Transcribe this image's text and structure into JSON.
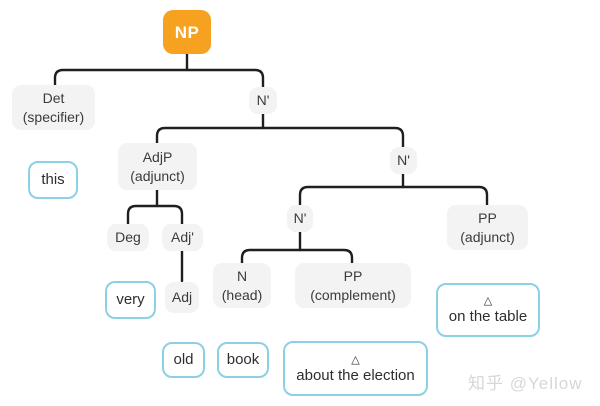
{
  "diagram_type": "syntax-tree",
  "tree": {
    "root": {
      "label": "NP"
    },
    "nodes": {
      "det": {
        "label": "Det",
        "role": "(specifier)"
      },
      "n_bar_1": {
        "label": "N'"
      },
      "adjp": {
        "label": "AdjP",
        "role": "(adjunct)"
      },
      "n_bar_2": {
        "label": "N'"
      },
      "deg": {
        "label": "Deg"
      },
      "adj_bar": {
        "label": "Adj'"
      },
      "n_bar_3": {
        "label": "N'"
      },
      "pp_adjunct": {
        "label": "PP",
        "role": "(adjunct)"
      },
      "n_head": {
        "label": "N",
        "role": "(head)"
      },
      "pp_complement": {
        "label": "PP",
        "role": "(complement)"
      },
      "adj": {
        "label": "Adj"
      }
    },
    "leaves": {
      "this": {
        "text": "this"
      },
      "very": {
        "text": "very"
      },
      "old": {
        "text": "old"
      },
      "book": {
        "text": "book"
      },
      "about_the_election": {
        "triangle": "△",
        "text": "about the election"
      },
      "on_the_table": {
        "triangle": "△",
        "text": "on the table"
      }
    }
  },
  "colors": {
    "root_bg": "#F7A120",
    "node_bg": "#F3F3F3",
    "node_text": "#3B3B3B",
    "leaf_border": "#8CD0E6",
    "line": "#1F1F1F",
    "watermark": "#D7D7D7"
  },
  "watermark": {
    "text": "知乎 @Yellow"
  }
}
